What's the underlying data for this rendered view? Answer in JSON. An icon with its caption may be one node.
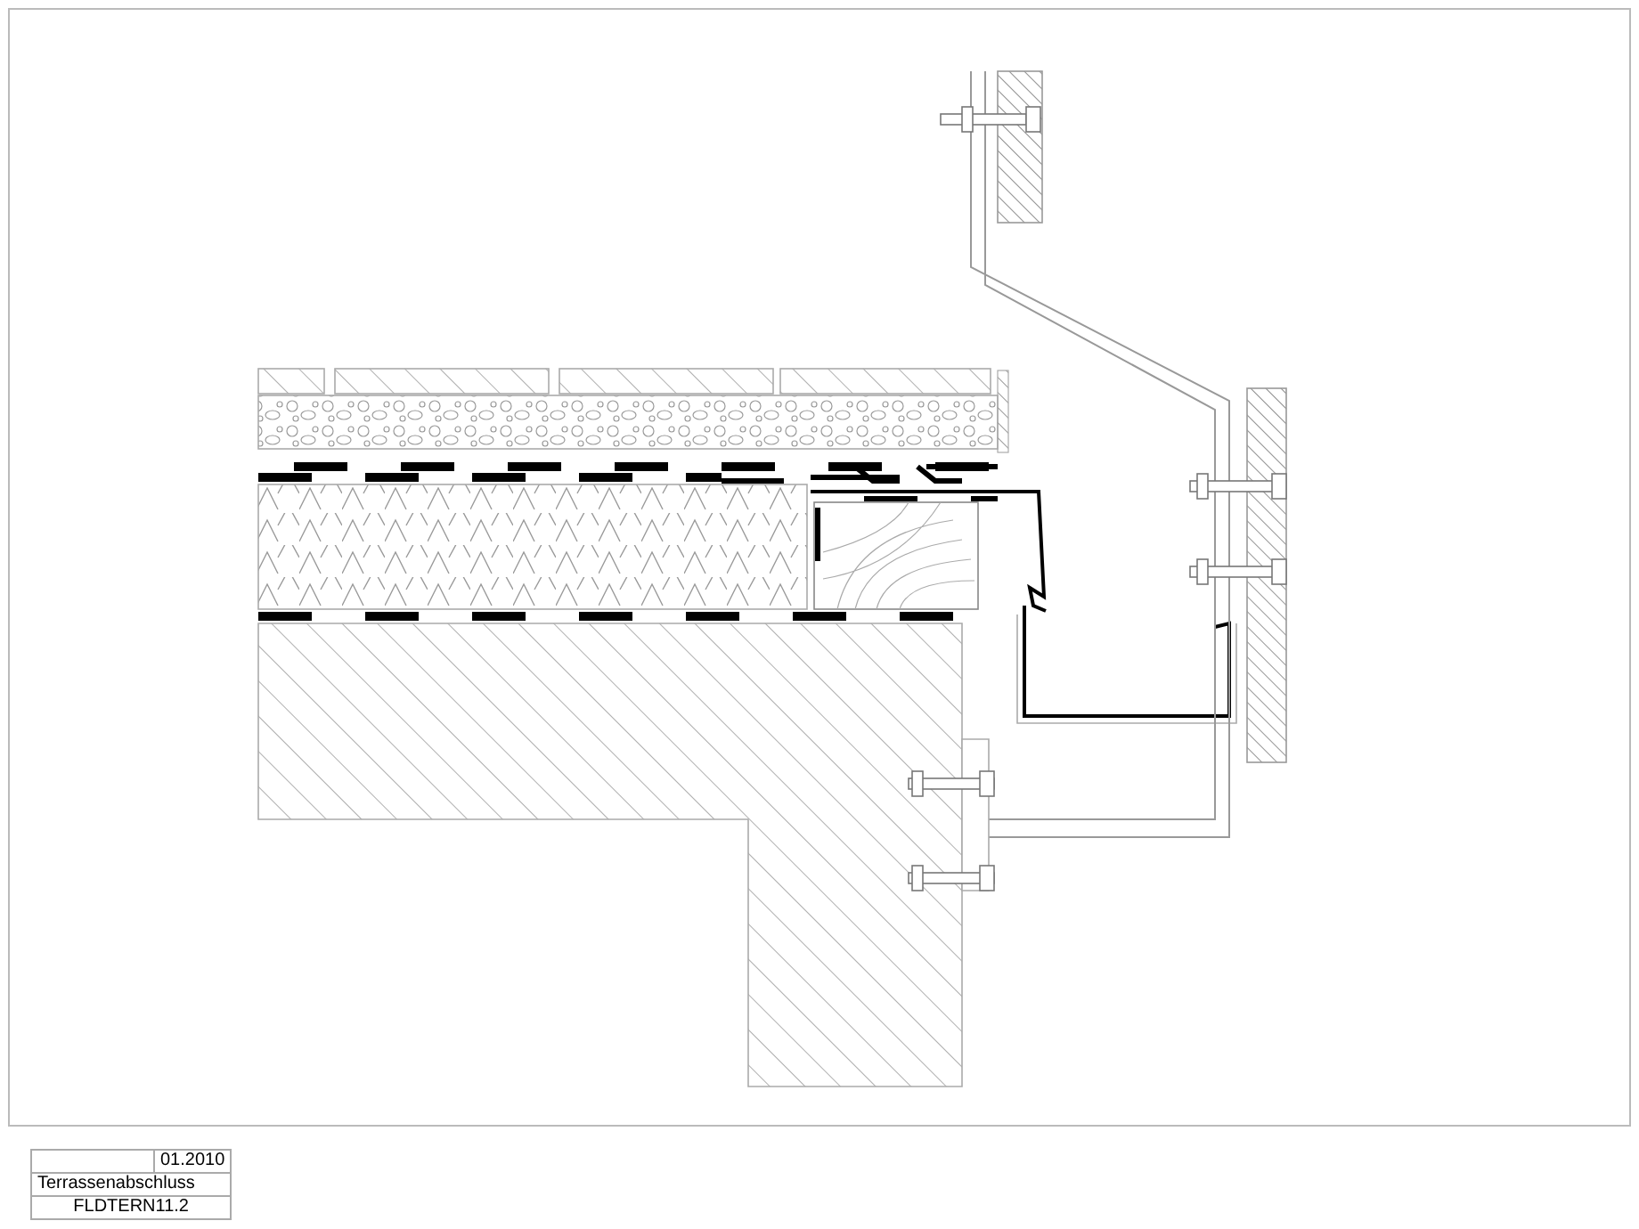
{
  "diagram": {
    "labels": [
      "01.2010",
      "Terrassenabschluss",
      "FLDTERN11.2"
    ]
  }
}
